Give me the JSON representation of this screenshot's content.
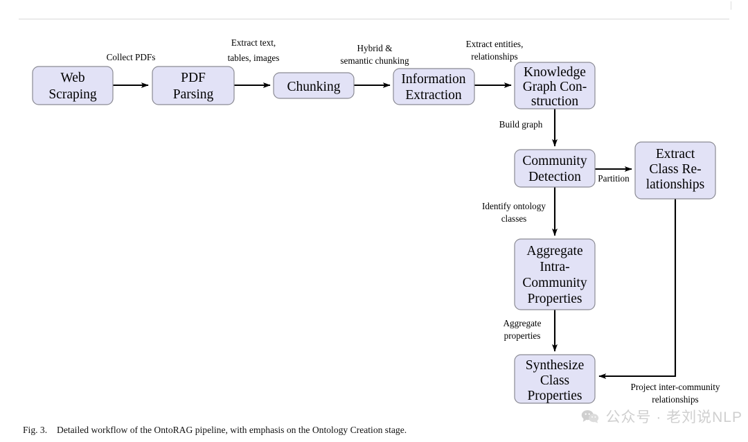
{
  "figure": {
    "caption_prefix": "Fig. 3.",
    "caption_text": "Detailed workflow of the OntoRAG pipeline, with emphasis on the Ontology Creation stage."
  },
  "watermark": {
    "icon": "wechat-icon",
    "text": "公众号 · 老刘说NLP",
    "color": "#cfcfcf"
  },
  "colors": {
    "node_fill": "#e2e2f6",
    "node_stroke": "#8a8a93",
    "edge": "#000000",
    "text": "#000000"
  },
  "diagram": {
    "type": "flowchart",
    "nodes": [
      {
        "id": "web-scraping",
        "lines": [
          "Web",
          "Scraping"
        ]
      },
      {
        "id": "pdf-parsing",
        "lines": [
          "PDF",
          "Parsing"
        ]
      },
      {
        "id": "chunking",
        "lines": [
          "Chunking"
        ]
      },
      {
        "id": "information-extraction",
        "lines": [
          "Information",
          "Extraction"
        ]
      },
      {
        "id": "knowledge-graph-construction",
        "lines": [
          "Knowledge",
          "Graph Con-",
          "struction"
        ]
      },
      {
        "id": "community-detection",
        "lines": [
          "Community",
          "Detection"
        ]
      },
      {
        "id": "extract-class-relationships",
        "lines": [
          "Extract",
          "Class Re-",
          "lationships"
        ]
      },
      {
        "id": "aggregate-intra-community-properties",
        "lines": [
          "Aggregate",
          "Intra-",
          "Community",
          "Properties"
        ]
      },
      {
        "id": "synthesize-class-properties",
        "lines": [
          "Synthesize",
          "Class",
          "Properties"
        ]
      }
    ],
    "edges": [
      {
        "id": "web-to-pdf",
        "from": "web-scraping",
        "to": "pdf-parsing",
        "lines": [
          "Collect PDFs"
        ]
      },
      {
        "id": "pdf-to-chunking",
        "from": "pdf-parsing",
        "to": "chunking",
        "lines": [
          "Extract text,",
          "tables, images"
        ]
      },
      {
        "id": "chunking-to-ie",
        "from": "chunking",
        "to": "information-extraction",
        "lines": [
          "Hybrid &",
          "semantic chunking"
        ]
      },
      {
        "id": "ie-to-kg",
        "from": "information-extraction",
        "to": "knowledge-graph-construction",
        "lines": [
          "Extract entities,",
          "relationships"
        ]
      },
      {
        "id": "kg-to-community",
        "from": "knowledge-graph-construction",
        "to": "community-detection",
        "lines": [
          "Build graph"
        ]
      },
      {
        "id": "community-to-extract",
        "from": "community-detection",
        "to": "extract-class-relationships",
        "lines": [
          "Partition"
        ]
      },
      {
        "id": "community-to-aggregate",
        "from": "community-detection",
        "to": "aggregate-intra-community-properties",
        "lines": [
          "Identify ontology",
          "classes"
        ]
      },
      {
        "id": "aggregate-to-synthesize",
        "from": "aggregate-intra-community-properties",
        "to": "synthesize-class-properties",
        "lines": [
          "Aggregate",
          "properties"
        ]
      },
      {
        "id": "extract-to-synthesize",
        "from": "extract-class-relationships",
        "to": "synthesize-class-properties",
        "lines": [
          "Project inter-community",
          "relationships"
        ]
      }
    ]
  }
}
